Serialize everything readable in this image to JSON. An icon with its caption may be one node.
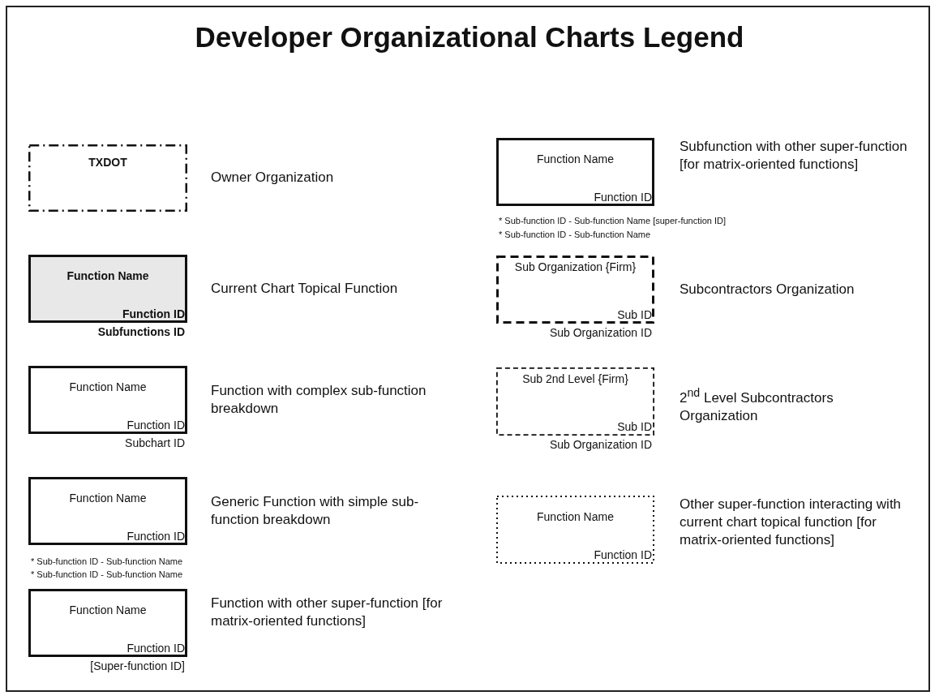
{
  "diagram": {
    "title": "Developer Organizational Charts Legend",
    "nodes": [
      {
        "text": [
          "TXDOT"
        ],
        "beside": [
          "Owner Organization"
        ]
      },
      {
        "text": [
          "Function Name",
          "Function ID"
        ],
        "beside": [
          "Subfunctions ID",
          "Current Chart Topical Function"
        ]
      },
      {
        "text": [
          "Function Name",
          "Function ID"
        ],
        "beside": [
          "Subchart ID",
          "Function with complex sub-function breakdown"
        ]
      },
      {
        "text": [
          "Function Name",
          "Function ID"
        ],
        "beside": [
          "Generic Function with simple sub-function breakdown"
        ]
      },
      {
        "text": [
          "Function Name",
          "Function ID"
        ],
        "beside": [
          "[Super-function ID]",
          "Function with other super-function [for matrix-oriented functions]"
        ]
      },
      {
        "text": [
          "Function Name",
          "Function ID"
        ],
        "beside": [
          "Subfunction with other super-function [for matrix-oriented functions]"
        ]
      },
      {
        "text": [
          "Sub Organization {Firm}",
          "Sub ID"
        ],
        "beside": [
          "Sub Organization ID",
          "Subcontractors Organization"
        ]
      },
      {
        "text": [
          "Sub 2nd Level {Firm}",
          "Sub ID"
        ],
        "beside": [
          "Sub Organization ID",
          "2$^{nd}$ Level Subcontractors Organization"
        ]
      },
      {
        "text": [
          "Function Name",
          "Function ID"
        ],
        "beside": [
          "Other super-function interacting with current chart topical function [for matrix-oriented functions]"
        ]
      }
    ],
    "labels": [
      "* Sub-function ID - Sub-function Name",
      "* Sub-function ID - Sub-function Name",
      "* Sub-function ID - Sub-function Name [super-function ID]",
      "* Sub-function ID - Sub-function Name"
    ]
  }
}
